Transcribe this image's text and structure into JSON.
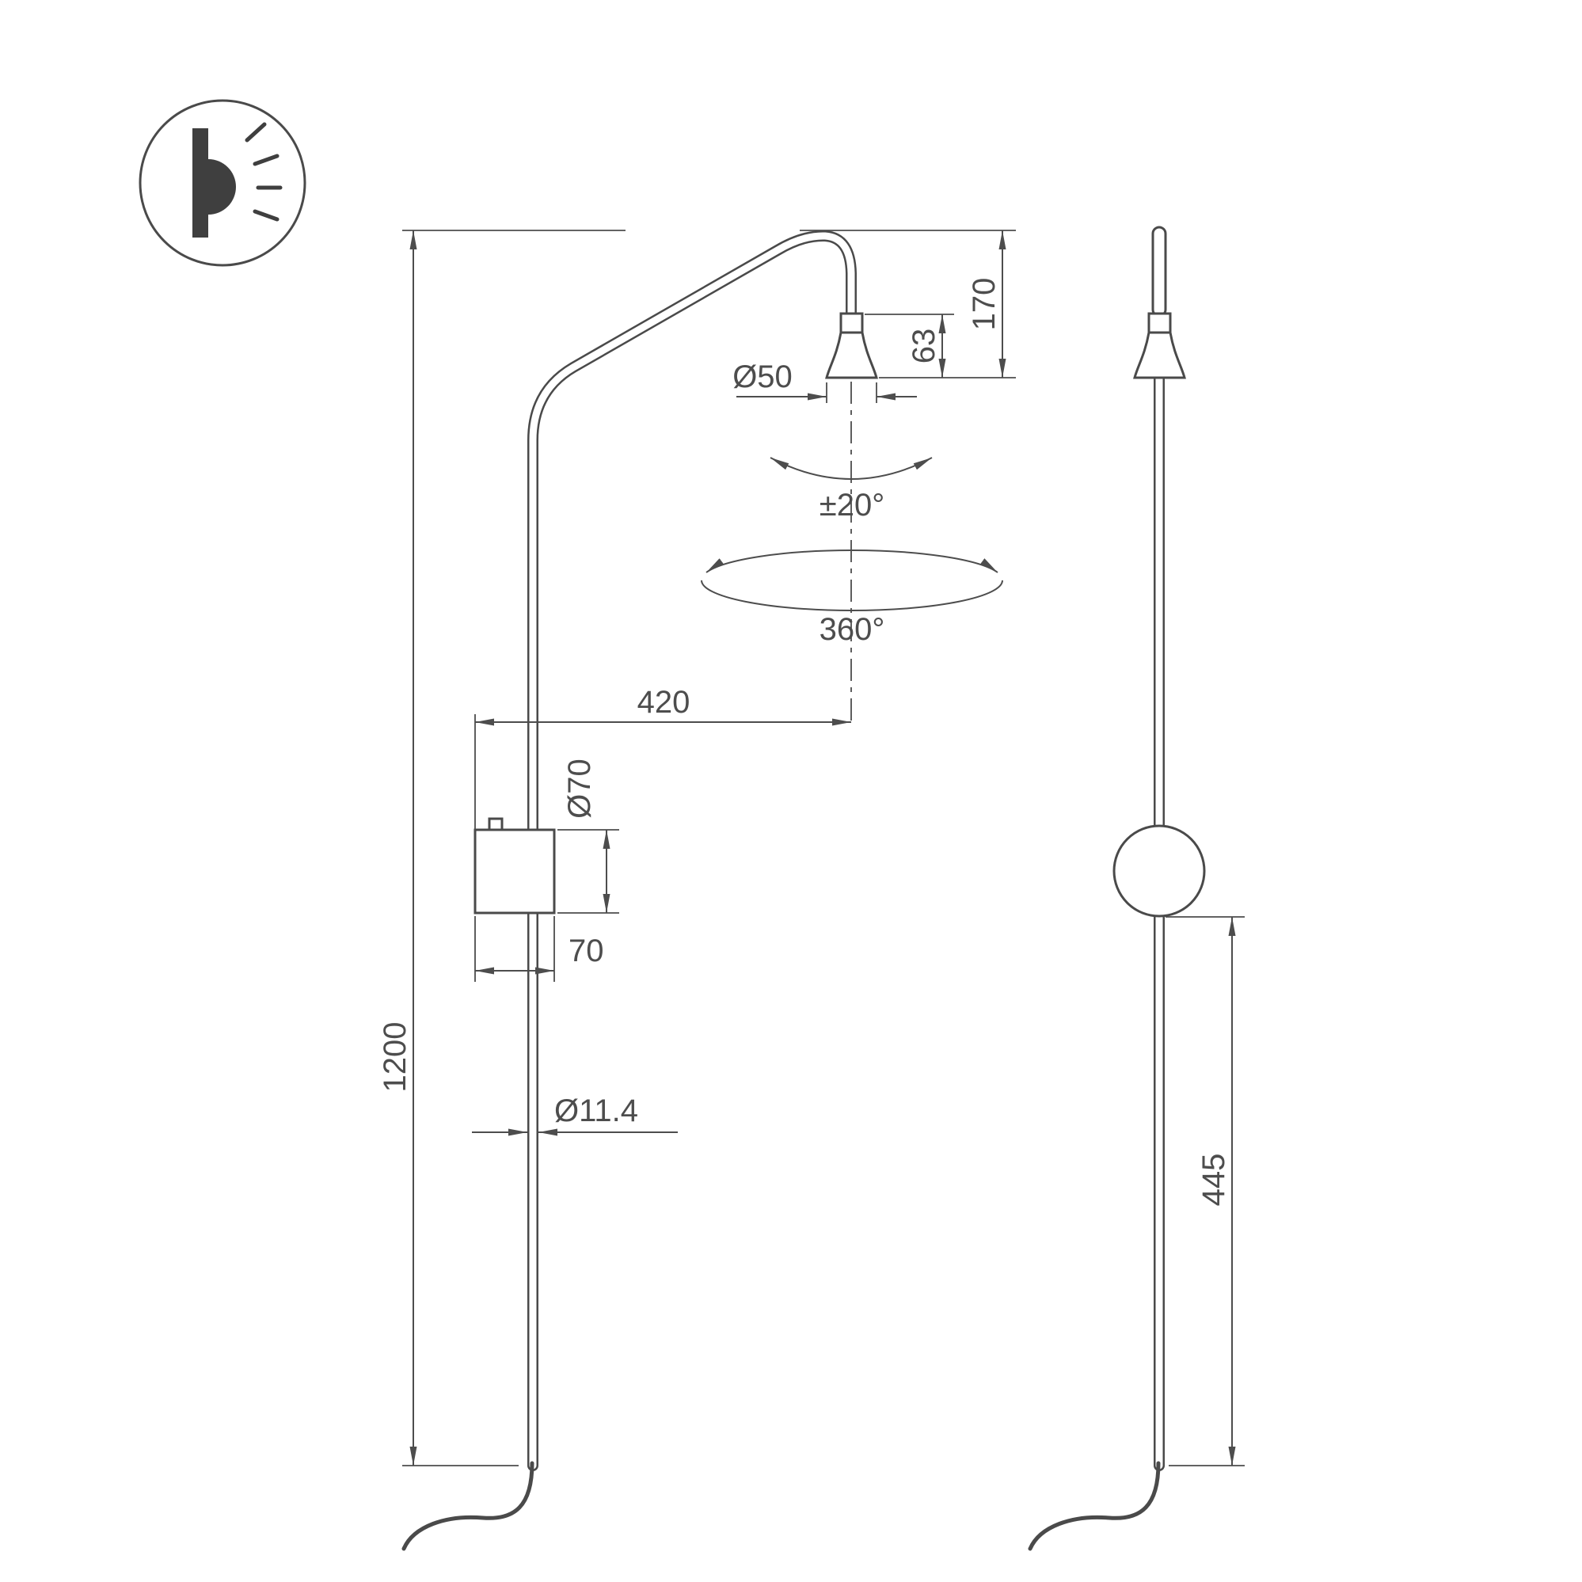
{
  "icon": {
    "type": "wall-light-pictogram"
  },
  "labels": {
    "height_1200": "1200",
    "reach_420": "420",
    "head_drop_170": "170",
    "head_height_63": "63",
    "head_diameter": "Ø50",
    "tilt_angle": "±20°",
    "rotation_angle": "360°",
    "box_diameter": "Ø70",
    "box_depth_70": "70",
    "pole_diameter": "Ø11.4",
    "lower_height_445": "445"
  }
}
